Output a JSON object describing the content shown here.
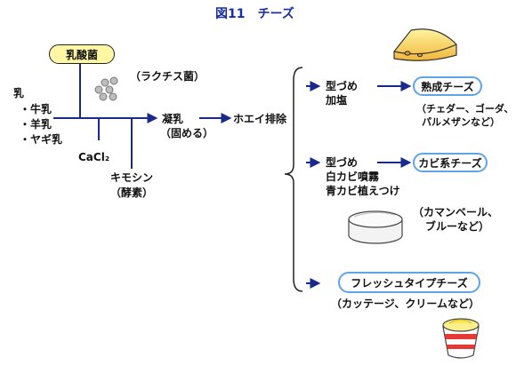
{
  "title": "図11　チーズ",
  "lactic_bacteria": "乳酸菌",
  "lactis_bacteria": "（ラクチス菌）",
  "milk": {
    "heading": "乳",
    "items": [
      "・牛乳",
      "・羊乳",
      "・ヤギ乳"
    ]
  },
  "cacl2": "CaCl₂",
  "chymosin": {
    "line1": "キモシン",
    "line2": "（酵素）"
  },
  "coagulation": {
    "line1": "凝乳",
    "line2": "（固める）"
  },
  "whey_removal": "ホエイ排除",
  "branch_ripened": {
    "steps": [
      "型づめ",
      "加塩"
    ],
    "label": "熟成チーズ",
    "examples": [
      "（チェダー、ゴーダ、",
      "パルメザンなど）"
    ]
  },
  "branch_mold": {
    "steps": [
      "型づめ",
      "白カビ噴霧",
      "青カビ植えつけ"
    ],
    "label": "カビ系チーズ",
    "examples": [
      "（カマンベール、",
      "ブルーなど）"
    ]
  },
  "branch_fresh": {
    "label": "フレッシュタイプチーズ",
    "examples": [
      "（カッテージ、クリームなど）"
    ]
  },
  "icons": [
    "cheese-wedge-icon",
    "camembert-icon",
    "fresh-cheese-cup-icon",
    "bacteria-dots-icon"
  ],
  "colors": {
    "title": "#1a2fa0",
    "arrow": "#1a2a8c",
    "yellow_pill": "#fff7a3",
    "blue_pill_border": "#5fa4e8"
  }
}
